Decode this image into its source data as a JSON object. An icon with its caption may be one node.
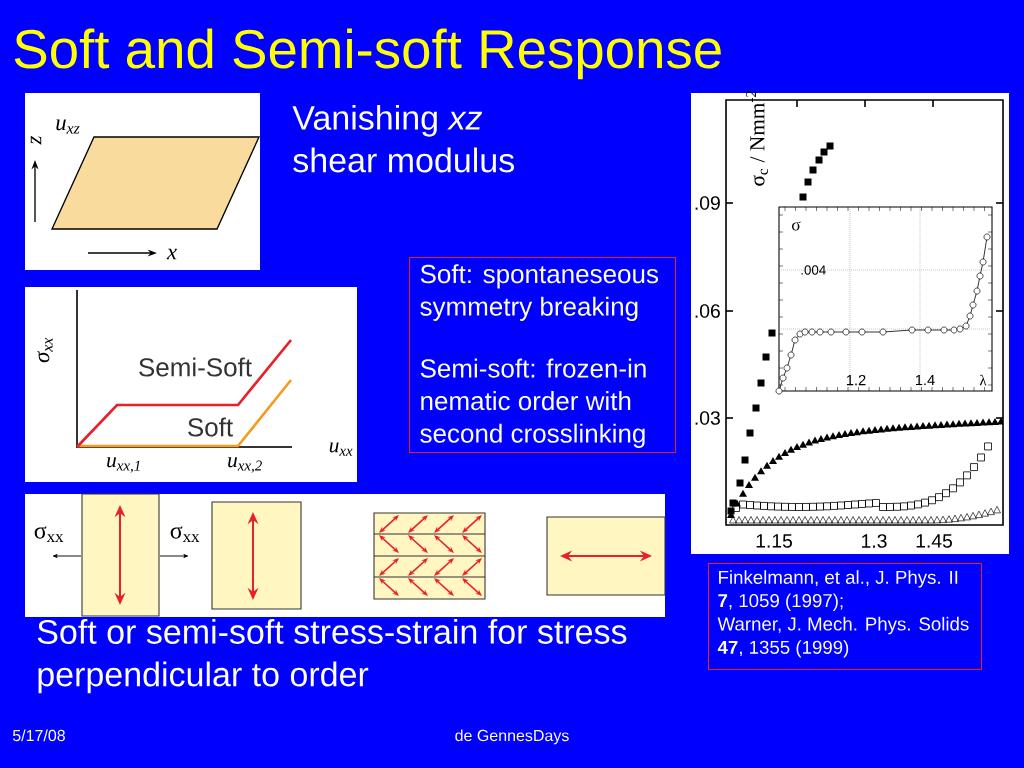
{
  "diagram": {
    "title": "Soft and Semi-soft Response",
    "nodes": [
      {
        "text": [
          "Soft: spontaneseous symmetry breaking",
          "Semi-soft: frozen-in nematic order with second crosslinking"
        ]
      },
      {
        "text": [
          "Finkelmann, et al., J. Phys. II **7**, 1059 (1997);",
          "Warner, J. Mech. Phys. Solids **47**, 1355 (1999)"
        ]
      }
    ],
    "labels": [
      "Vanishing *xz* shear modulus",
      "u$_{xz}$",
      "z",
      "x",
      "σ$_{xx}$",
      "Semi-Soft",
      "Soft",
      "u$_{xx}$",
      "u$_{xx,1}$",
      "u$_{xx,2}$",
      "σ$_{c}$ / Nmm$^{-2}$",
      ".09",
      ".06",
      ".03",
      "σ",
      ".004",
      "1.2",
      "1.4",
      "λ",
      "σ$_{xx}$",
      "σ$_{xx}$",
      "1.15",
      "1.3",
      "1.45",
      "Soft or semi-soft stress-strain for stress perpendicular to order",
      "5/17/08",
      "de GennesDays"
    ]
  }
}
